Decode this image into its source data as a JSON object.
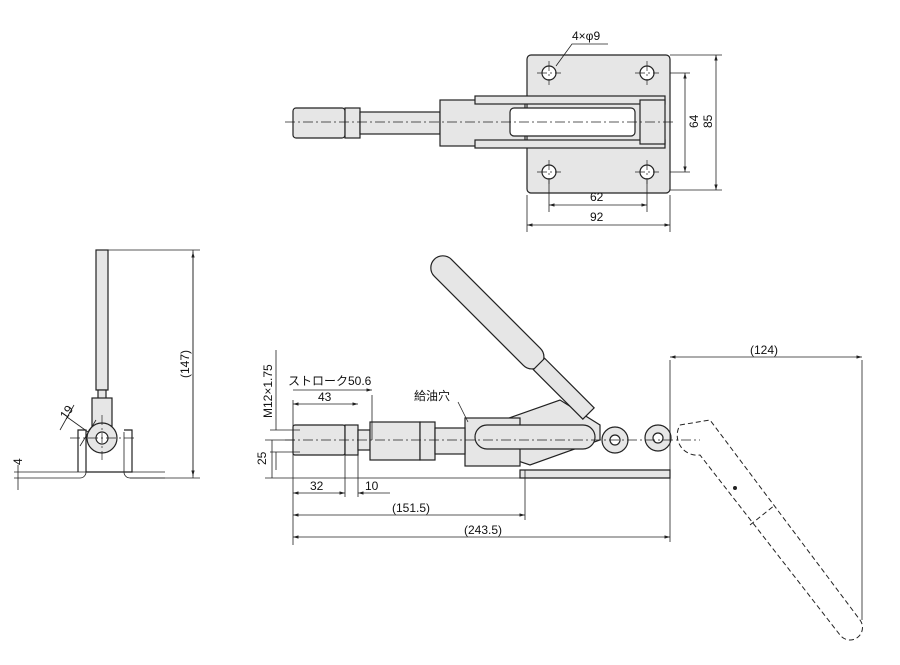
{
  "top_view": {
    "holes_label": "4×φ9",
    "dim_64": "64",
    "dim_85": "85",
    "dim_62": "62",
    "dim_92": "92"
  },
  "side_view": {
    "dim_147": "(147)",
    "dim_19": "19",
    "dim_4": "4"
  },
  "front_view": {
    "thread_label": "M12×1.75",
    "stroke_label": "ストローク50.6",
    "dim_43": "43",
    "oil_hole_label": "給油穴",
    "dim_25": "25",
    "dim_32": "32",
    "dim_10": "10",
    "dim_151_5": "(151.5)",
    "dim_243_5": "(243.5)",
    "dim_124": "(124)"
  }
}
